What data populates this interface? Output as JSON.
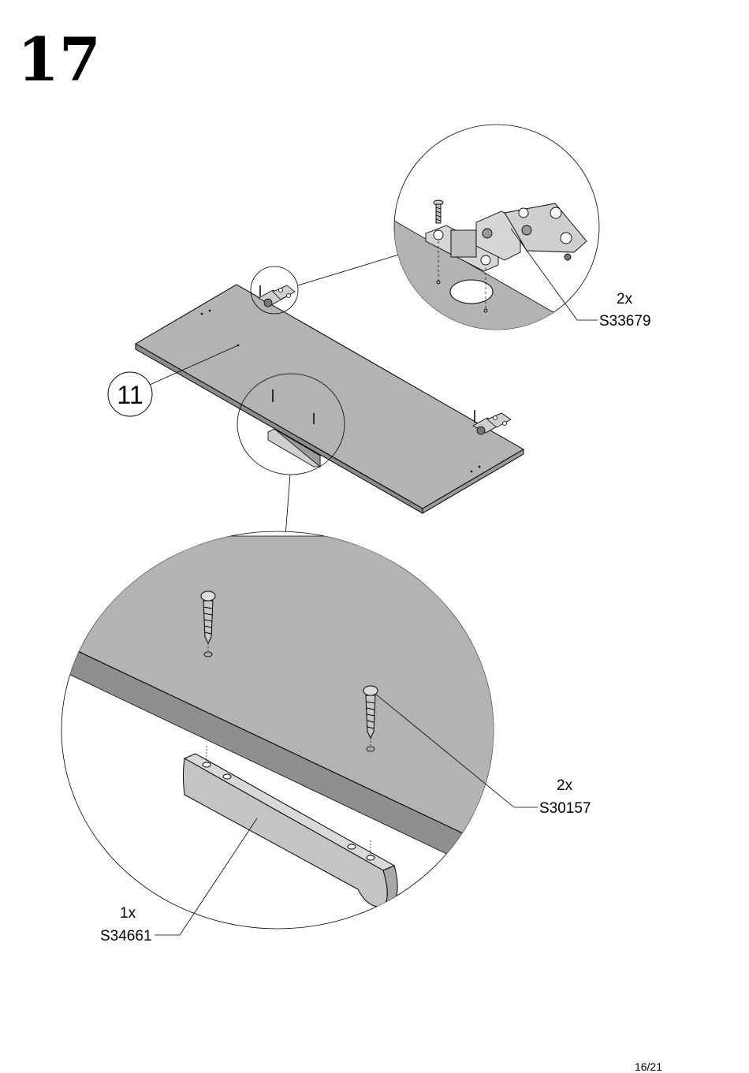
{
  "step": "17",
  "part_label": "11",
  "hinge_callout": {
    "qty": "2x",
    "code": "S33679"
  },
  "screw_callout": {
    "qty": "2x",
    "code": "S30157"
  },
  "rail_callout": {
    "qty": "1x",
    "code": "S34661"
  },
  "page_number": "16/21",
  "colors": {
    "panel": "#b3b3b3",
    "panel_edge": "#8c8c8c",
    "line": "#000000",
    "hardware": "#cfcfcf"
  }
}
